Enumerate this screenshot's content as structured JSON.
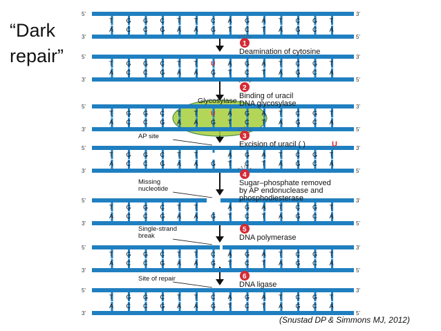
{
  "slide": {
    "title": "“Dark\nrepair”",
    "citation": "(Snustad DP & Simmons MJ, 2012)"
  },
  "colors": {
    "strand": "#1f7fc0",
    "step_badge": "#d42a35",
    "uracil": "#d42a35",
    "enzyme": "#a8cf3c",
    "text": "#111111"
  },
  "strand_ends": {
    "five": "5'",
    "three": "3'"
  },
  "duplexes": [
    {
      "top": [
        "T",
        "G",
        "G",
        "C",
        "T",
        "T",
        "C",
        "A",
        "G",
        "A",
        "T",
        "C",
        "G",
        "T"
      ],
      "bottom": [
        "A",
        "C",
        "C",
        "G",
        "A",
        "A",
        "G",
        "T",
        "C",
        "T",
        "A",
        "G",
        "C",
        "A"
      ]
    },
    {
      "top": [
        "T",
        "G",
        "G",
        "C",
        "T",
        "T",
        "U",
        "A",
        "G",
        "A",
        "T",
        "C",
        "G",
        "T"
      ],
      "bottom": [
        "A",
        "C",
        "C",
        "G",
        "A",
        "A",
        "G",
        "T",
        "C",
        "T",
        "A",
        "G",
        "C",
        "A"
      ]
    },
    {
      "top": [
        "T",
        "G",
        "G",
        "C",
        "T",
        "T",
        "U",
        "A",
        "G",
        "A",
        "T",
        "C",
        "G",
        "T"
      ],
      "bottom": [
        "A",
        "C",
        "C",
        "G",
        "A",
        "A",
        "G",
        "T",
        "C",
        "T",
        "A",
        "G",
        "C",
        "A"
      ],
      "enzyme_label": "Glycosylase"
    },
    {
      "top": [
        "T",
        "G",
        "G",
        "C",
        "T",
        "T",
        "",
        "A",
        "G",
        "A",
        "T",
        "C",
        "G",
        "T"
      ],
      "bottom": [
        "A",
        "C",
        "C",
        "G",
        "A",
        "A",
        "G",
        "T",
        "C",
        "T",
        "A",
        "G",
        "C",
        "A"
      ],
      "callout": "AP site"
    },
    {
      "top": [
        "T",
        "G",
        "G",
        "C",
        "T",
        "T",
        "",
        "A",
        "G",
        "A",
        "T",
        "C",
        "G",
        "T"
      ],
      "bottom": [
        "A",
        "C",
        "C",
        "G",
        "A",
        "A",
        "G",
        "T",
        "C",
        "T",
        "A",
        "G",
        "C",
        "A"
      ],
      "callout": "Missing\nnucleotide",
      "gap": true
    },
    {
      "top": [
        "T",
        "G",
        "G",
        "C",
        "T",
        "T",
        "C",
        "A",
        "G",
        "A",
        "T",
        "C",
        "G",
        "T"
      ],
      "bottom": [
        "A",
        "C",
        "C",
        "G",
        "A",
        "A",
        "G",
        "T",
        "C",
        "T",
        "A",
        "G",
        "C",
        "A"
      ],
      "callout": "Single-strand\nbreak",
      "nick": true
    },
    {
      "top": [
        "T",
        "G",
        "G",
        "C",
        "T",
        "T",
        "C",
        "A",
        "G",
        "A",
        "T",
        "C",
        "G",
        "T"
      ],
      "bottom": [
        "A",
        "C",
        "C",
        "G",
        "A",
        "A",
        "G",
        "T",
        "C",
        "T",
        "A",
        "G",
        "C",
        "A"
      ],
      "callout": "Site of repair"
    }
  ],
  "steps": [
    {
      "number": "1",
      "text": "Deamination of cytosine"
    },
    {
      "number": "2",
      "text": "Binding of uracil\nDNA glycosylase"
    },
    {
      "number": "3",
      "text": "Excision of uracil (    )",
      "inline_base": "U"
    },
    {
      "number": "4",
      "text": "Sugar–phosphate removed\nby AP endonuclease and\nphosphodiesterase"
    },
    {
      "number": "5",
      "text": "DNA polymerase"
    },
    {
      "number": "6",
      "text": "DNA ligase"
    }
  ]
}
